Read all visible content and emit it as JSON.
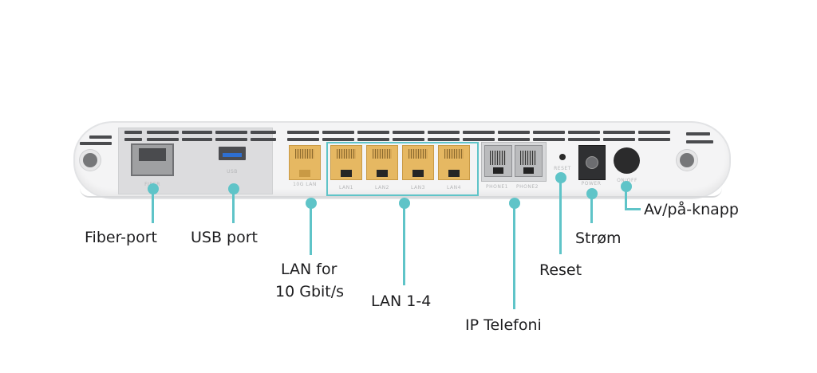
{
  "diagram": {
    "title": "",
    "accent_color": "#5fc4c8",
    "port_markings": {
      "fiber": "FIBER",
      "usb": "USB",
      "lan10g": "10G LAN",
      "lan": [
        "LAN1",
        "LAN2",
        "LAN3",
        "LAN4"
      ],
      "phone": [
        "PHONE1",
        "PHONE2"
      ],
      "reset": "RESET",
      "power": "POWER",
      "onoff": "ON/OFF"
    },
    "callouts": [
      {
        "id": "fiber",
        "label": "Fiber-port"
      },
      {
        "id": "usb",
        "label": "USB port"
      },
      {
        "id": "lan10g",
        "label_line1": "LAN for",
        "label_line2": "10 Gbit/s"
      },
      {
        "id": "lan14",
        "label": "LAN 1-4"
      },
      {
        "id": "phone",
        "label": "IP Telefoni"
      },
      {
        "id": "reset",
        "label": "Reset"
      },
      {
        "id": "power",
        "label": "Strøm"
      },
      {
        "id": "onoff",
        "label": "Av/på-knapp"
      }
    ]
  }
}
